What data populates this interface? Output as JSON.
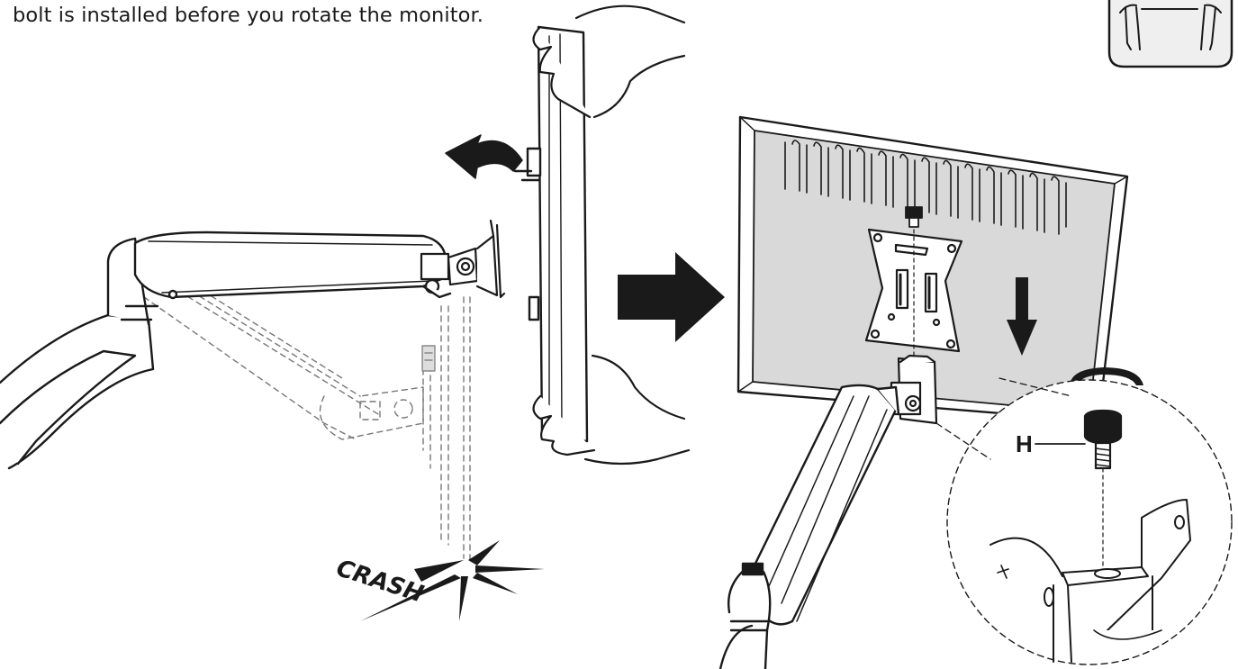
{
  "instruction_text": "bolt is installed before you rotate the monitor.",
  "crash_label": "CRASH",
  "callout_label": "H",
  "colors": {
    "ink": "#1a1a1a",
    "panel_gray": "#d9d9d9",
    "icon_bg": "#efefef"
  },
  "icons": [
    "two-person-lift-icon",
    "curved-arrow-icon",
    "right-arrow-icon",
    "down-arrow-icon",
    "rotation-arrows-icon"
  ]
}
